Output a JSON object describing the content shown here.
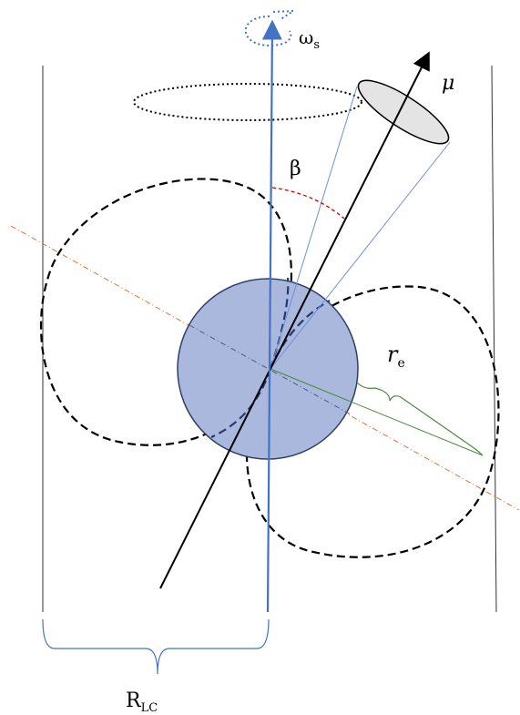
{
  "labels": {
    "omega": "ω",
    "omega_sub": "s",
    "mu": "μ",
    "beta": "β",
    "r": "r",
    "r_sub": "e",
    "R": "R",
    "R_sub": "LC"
  },
  "colors": {
    "star_fill": "#aab8de",
    "star_stroke": "#2e3f66",
    "spin_axis": "#4472c4",
    "beam_lines": "#6f8fd6",
    "magnetic_axis": "#000000",
    "field_loops": "#000000",
    "equator_line": "#e07030",
    "beta_arc": "#cc0000",
    "radius_bracket": "#4a8a3a",
    "lc_bracket": "#4472c4",
    "cone_fill": "#e4e4e4"
  }
}
